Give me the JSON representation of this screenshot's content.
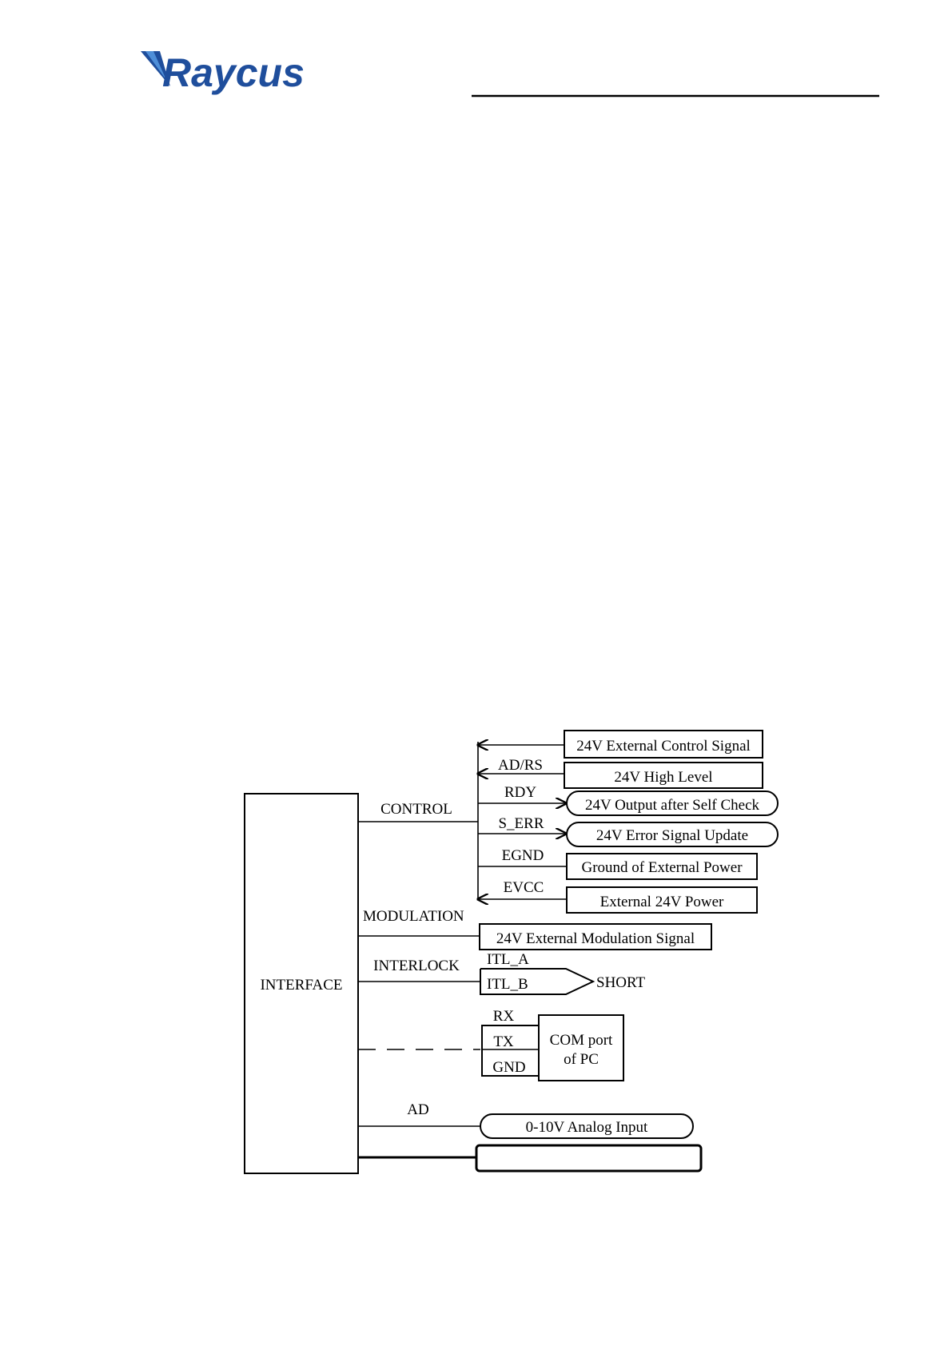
{
  "header": {
    "logo_text": "Raycus",
    "logo_color": "#1f4e9c"
  },
  "diagram": {
    "interface_label": "INTERFACE",
    "control": {
      "label": "CONTROL",
      "signals": [
        {
          "wire": "",
          "box": "24V External Control Signal",
          "direction": "in",
          "shape": "rect"
        },
        {
          "wire": "AD/RS",
          "box": "24V High Level",
          "direction": "in",
          "shape": "rect"
        },
        {
          "wire": "RDY",
          "box": "24V Output after Self Check",
          "direction": "out",
          "shape": "rounded"
        },
        {
          "wire": "S_ERR",
          "box": "24V Error Signal Update",
          "direction": "out",
          "shape": "rounded"
        },
        {
          "wire": "EGND",
          "box": "Ground of External Power",
          "direction": "none",
          "shape": "rect"
        },
        {
          "wire": "EVCC",
          "box": "External 24V Power",
          "direction": "in",
          "shape": "rect"
        }
      ]
    },
    "modulation": {
      "label": "MODULATION",
      "box": "24V External Modulation Signal"
    },
    "interlock": {
      "label": "INTERLOCK",
      "pin_a": "ITL_A",
      "pin_b": "ITL_B",
      "short_label": "SHORT"
    },
    "serial": {
      "rx": "RX",
      "tx": "TX",
      "gnd": "GND",
      "pc_line1": "COM port",
      "pc_line2": "of PC"
    },
    "analog": {
      "label": "AD",
      "box": "0-10V Analog Input"
    },
    "blank_box": ""
  }
}
